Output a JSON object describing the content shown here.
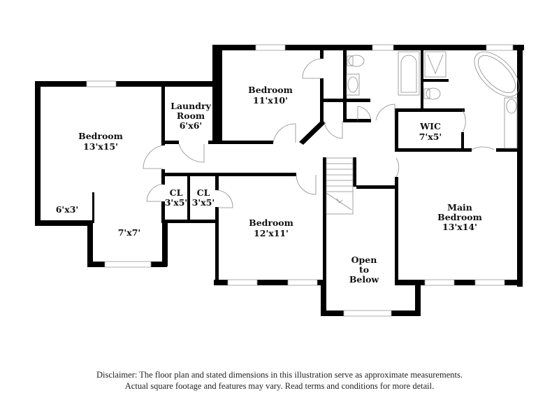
{
  "rooms": {
    "bedroom_west": {
      "name": "Bedroom",
      "dims": "13'x15'"
    },
    "nook_small": {
      "dims": "6'x3'"
    },
    "nook_bay": {
      "dims": "7'x7'"
    },
    "laundry": {
      "name_line1": "Laundry",
      "name_line2": "Room",
      "dims": "6'x6'"
    },
    "closet_1": {
      "name": "CL",
      "dims": "3'x5'"
    },
    "closet_2": {
      "name": "CL",
      "dims": "3'x5'"
    },
    "bedroom_north": {
      "name": "Bedroom",
      "dims": "11'x10'"
    },
    "bedroom_south": {
      "name": "Bedroom",
      "dims": "12'x11'"
    },
    "open_below": {
      "line1": "Open",
      "line2": "to",
      "line3": "Below"
    },
    "wic": {
      "name": "WIC",
      "dims": "7'x5'"
    },
    "main_bedroom": {
      "name_line1": "Main",
      "name_line2": "Bedroom",
      "dims": "13'x14'"
    }
  },
  "disclaimer": {
    "line1": "Disclaimer: The floor plan and stated dimensions in this illustration serve as approximate measurements.",
    "line2": "Actual square footage and features may vary. Read terms and conditions for more detail."
  }
}
